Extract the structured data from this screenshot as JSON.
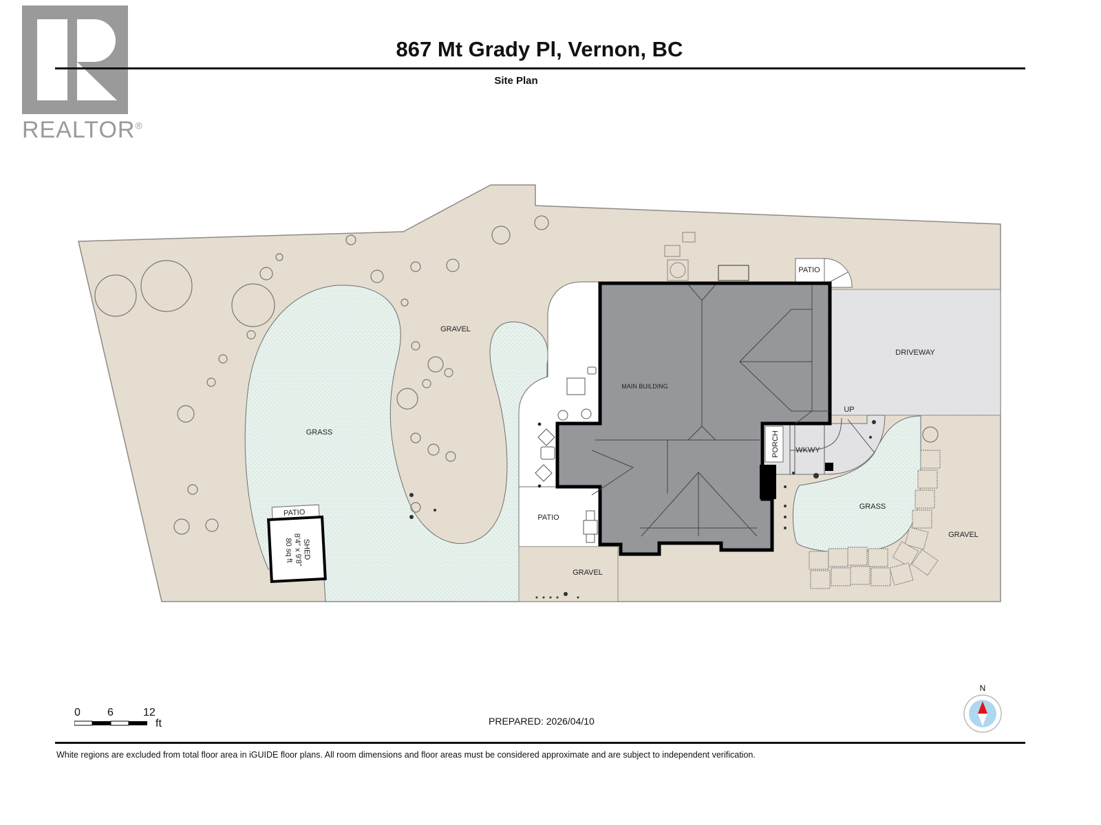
{
  "branding": {
    "logo_text": "REALTOR",
    "registered_mark": "®"
  },
  "header": {
    "title": "867 Mt Grady Pl, Vernon, BC",
    "subtitle": "Site Plan"
  },
  "plan": {
    "labels": {
      "gravel_north": "GRAVEL",
      "grass_west": "GRASS",
      "main_building": "MAIN BUILDING",
      "driveway": "DRIVEWAY",
      "patio_north": "PATIO",
      "patio_west": "PATIO",
      "porch": "PORCH",
      "walkway": "WKWY",
      "up": "UP",
      "grass_east": "GRASS",
      "gravel_east": "GRAVEL",
      "gravel_south": "GRAVEL",
      "shed_patio": "PATIO",
      "shed_name": "SHED",
      "shed_dims": "8'4\" x 9'8\"",
      "shed_area": "80 sq ft"
    },
    "colors": {
      "gravel": "#e6ddd1",
      "grass": "#e6f1ec",
      "building_roof": "#96979b",
      "driveway": "#e2e2e4",
      "wall": "#000000",
      "patio": "#ffffff"
    }
  },
  "footer": {
    "scale": {
      "ticks": [
        "0",
        "6",
        "12"
      ],
      "unit": "ft"
    },
    "prepared": "PREPARED: 2026/04/10",
    "compass_label": "N",
    "disclaimer": "White regions are excluded from total floor area in iGUIDE floor plans. All room dimensions and floor areas must be considered approximate and are subject to independent verification."
  }
}
